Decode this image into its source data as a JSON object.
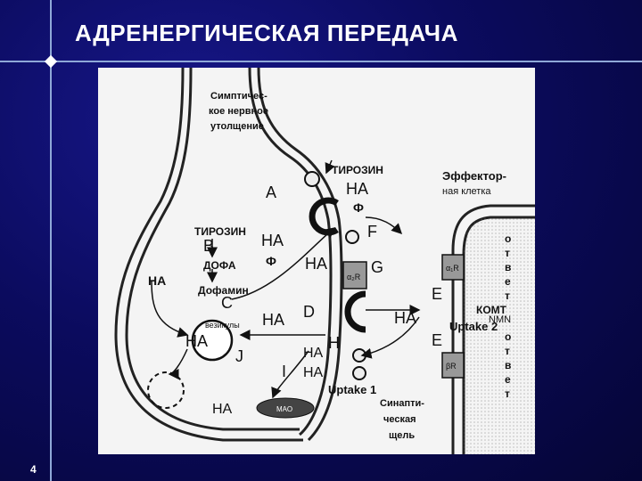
{
  "title": "АДРЕНЕРГИЧЕСКАЯ ПЕРЕДАЧА",
  "page_number": "4",
  "diagram": {
    "terminal_label": [
      "Симптичес-",
      "кое нервное",
      "утолщение"
    ],
    "effector_label": [
      "Эффектор-",
      "ная клетка"
    ],
    "cleft_label": [
      "Синапти-",
      "ческая",
      "щель"
    ],
    "tyrosine_upper": "ТИРОЗИН",
    "tyrosine_inner": "ТИРОЗИН",
    "dopa": "ДОФА",
    "dopamine": "Дофамин",
    "vesicles": "везикулы",
    "na": "НА",
    "phi": "Ф",
    "mao": "МАО",
    "comt": "КОМТ",
    "nmn": "NMN",
    "uptake1": "Uptake 1",
    "uptake2": "Uptake 2",
    "otvet_1": [
      "о",
      "т",
      "в",
      "е",
      "т"
    ],
    "otvet_2": [
      "о",
      "т",
      "в",
      "е",
      "т"
    ],
    "receptor_a2": "α₂R",
    "receptor_a1": "α₁R",
    "receptor_b": "βR",
    "letters": {
      "A": "A",
      "B": "B",
      "C": "C",
      "D": "D",
      "E1": "E",
      "E2": "E",
      "F": "F",
      "G": "G",
      "H": "H",
      "I": "I",
      "J": "J"
    }
  }
}
